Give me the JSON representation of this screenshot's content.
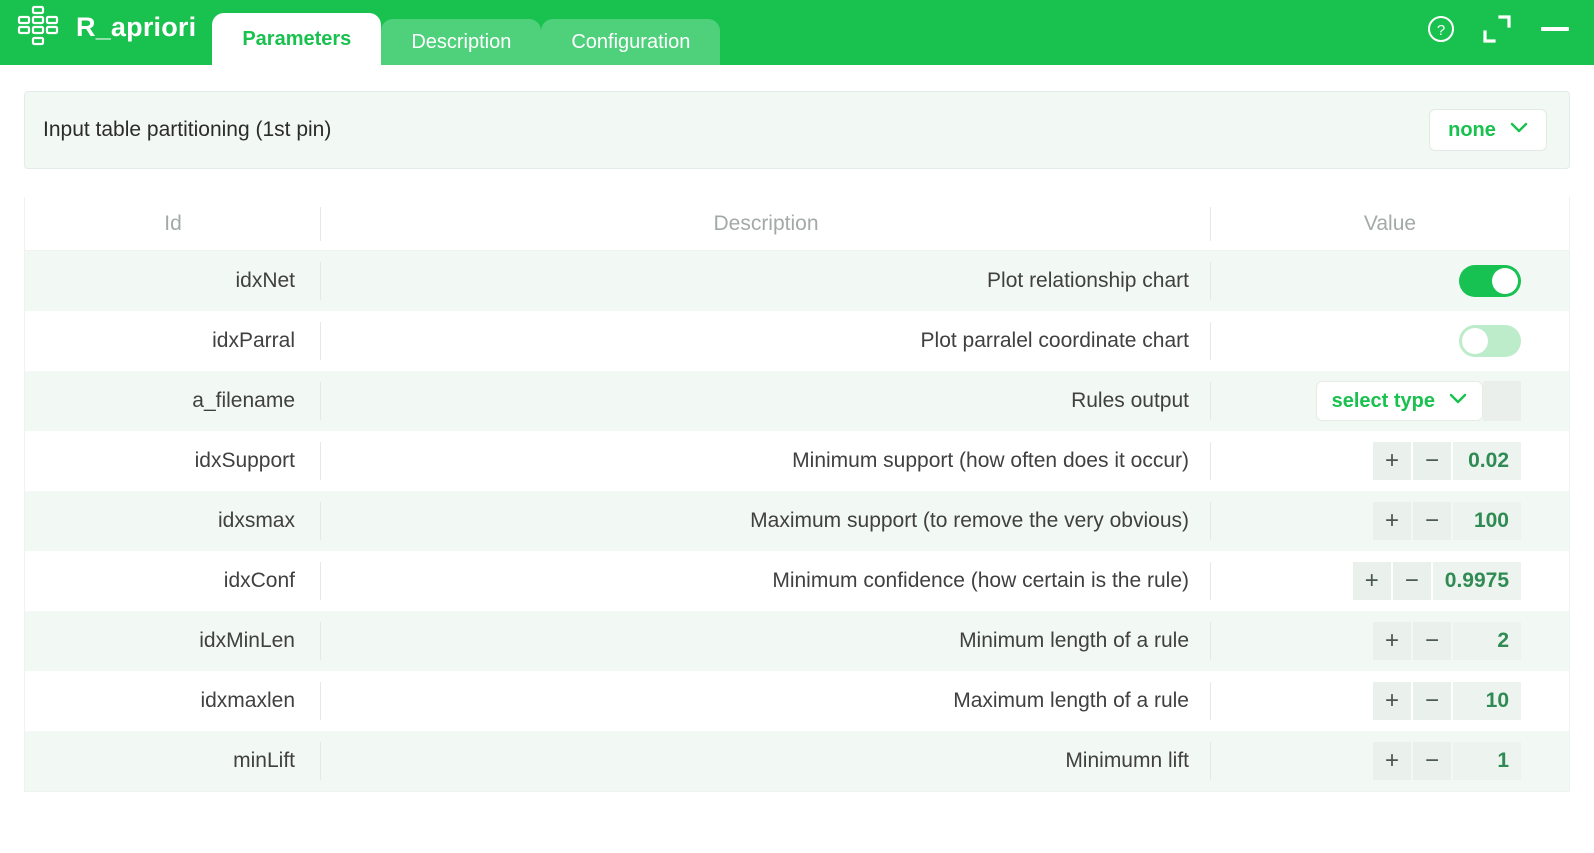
{
  "header": {
    "app_title": "R_apriori",
    "node_icon": "workflow-node-icon",
    "tabs": [
      {
        "label": "Parameters",
        "active": true
      },
      {
        "label": "Description",
        "active": false
      },
      {
        "label": "Configuration",
        "active": false
      }
    ],
    "controls": [
      {
        "name": "help-icon",
        "label": "?"
      },
      {
        "name": "expand-icon",
        "label": ""
      },
      {
        "name": "minimize-icon",
        "label": ""
      }
    ],
    "accent_color": "#19c14e",
    "tab_inactive_color": "#4fd17c"
  },
  "partition": {
    "label": "Input table partitioning (1st pin)",
    "dropdown_value": "none",
    "chevron": "chevron-down-icon"
  },
  "table": {
    "columns": [
      "Id",
      "Description",
      "Value"
    ],
    "rows": [
      {
        "id": "idxNet",
        "description": "Plot relationship chart",
        "control": "toggle",
        "value": "on"
      },
      {
        "id": "idxParral",
        "description": "Plot parralel coordinate chart",
        "control": "toggle",
        "value": "off"
      },
      {
        "id": "a_filename",
        "description": "Rules output",
        "control": "select",
        "value": "select type"
      },
      {
        "id": "idxSupport",
        "description": "Minimum support (how often does it occur)",
        "control": "stepper",
        "value": "0.02",
        "plus": "+",
        "minus": "−"
      },
      {
        "id": "idxsmax",
        "description": "Maximum support (to remove the very obvious)",
        "control": "stepper",
        "value": "100",
        "plus": "+",
        "minus": "−"
      },
      {
        "id": "idxConf",
        "description": "Minimum confidence (how certain is the rule)",
        "control": "stepper",
        "value": "0.9975",
        "plus": "+",
        "minus": "−"
      },
      {
        "id": "idxMinLen",
        "description": "Minimum length of a rule",
        "control": "stepper",
        "value": "2",
        "plus": "+",
        "minus": "−"
      },
      {
        "id": "idxmaxlen",
        "description": "Maximum length of a rule",
        "control": "stepper",
        "value": "10",
        "plus": "+",
        "minus": "−"
      },
      {
        "id": "minLift",
        "description": "Minimumn lift",
        "control": "stepper",
        "value": "1",
        "plus": "+",
        "minus": "−"
      }
    ]
  },
  "colors": {
    "accent_green": "#19c14e",
    "row_tint": "#f2f8f4",
    "value_text": "#2f8b53",
    "toggle_on": "#17c253",
    "toggle_off": "#bdeccb"
  }
}
